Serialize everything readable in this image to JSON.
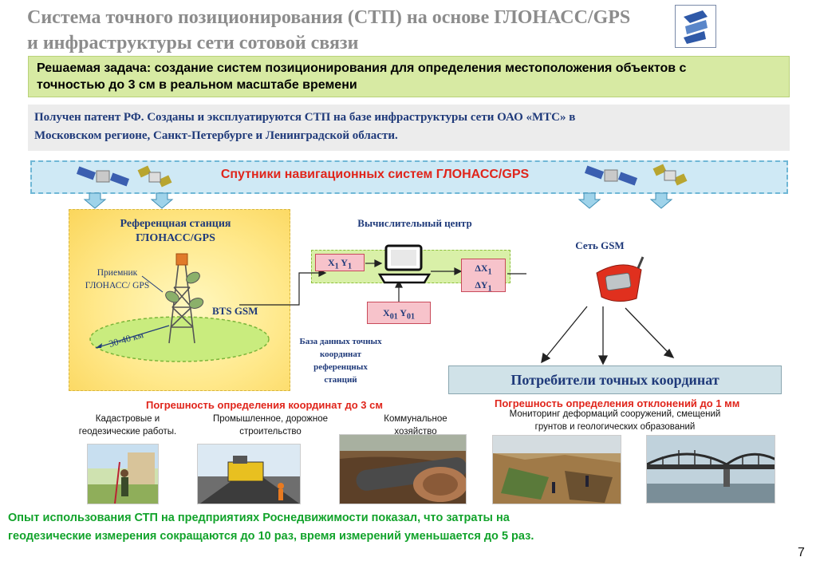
{
  "title": {
    "line1": "Система точного позиционирования (СТП) на основе ГЛОНАСС/GPS",
    "line2": "и инфраструктуры сети сотовой связи"
  },
  "task": {
    "line1": "Решаемая задача: создание систем позиционирования для определения местоположения объектов с",
    "line2": "точностью до 3 см в реальном масштабе времени"
  },
  "patent": {
    "line1": "Получен патент РФ. Созданы и эксплуатируются СТП на базе инфраструктуры сети ОАО «МТС»  в",
    "line2": "Московском регионе, Санкт-Петербурге и Ленинградской области."
  },
  "diagram": {
    "satellites_label": "Спутники  навигационных систем ГЛОНАСС/GPS",
    "ref_station": {
      "line1": "Референцная станция",
      "line2": "ГЛОНАСС/GPS"
    },
    "receiver": {
      "line1": "Приемник",
      "line2": "ГЛОНАСС/ GPS"
    },
    "bts": "BTS GSM",
    "range": "30-40 км",
    "calc_center": "Вычислительный центр",
    "xy": {
      "x": "X",
      "s1": "1",
      "y": "Y",
      "s2": "1"
    },
    "x01y01": {
      "x": "X",
      "s1": "01",
      "y": "Y",
      "s2": "01"
    },
    "delta": {
      "dx": "ΔX",
      "s1": "1",
      "dy": "ΔY",
      "s2": "1"
    },
    "db_caption": [
      "База данных точных",
      "координат",
      "референцных",
      "станций"
    ],
    "gsm": "Сеть GSM",
    "consumers": "Потребители точных координат"
  },
  "errors": {
    "left": "Погрешность определения координат до 3 см",
    "right": "Погрешность определения отклонений до 1 мм"
  },
  "applications": {
    "cadastral": [
      "Кадастровые и",
      "геодезические работы."
    ],
    "industrial": [
      "Промышленное, дорожное",
      "строительство"
    ],
    "communal": [
      "Коммунальное",
      "хозяйство"
    ],
    "monitoring": [
      "Мониторинг деформаций сооружений,  смещений",
      "грунтов и геологических образований"
    ]
  },
  "bottom": {
    "line1": "Опыт использования СТП на предприятиях  Роснедвижимости показал, что затраты на",
    "line2": "геодезические измерения сокращаются до 10 раз, время измерений уменьшается до 5 раз."
  },
  "page_number": "7",
  "colors": {
    "accent_red": "#e0251b",
    "text_blue": "#1f3a7a",
    "green": "#12a32b"
  }
}
